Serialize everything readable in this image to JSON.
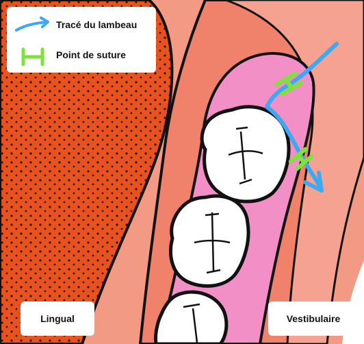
{
  "legend": {
    "flap_label": "Tracé du lambeau",
    "suture_label": "Point de suture"
  },
  "sides": {
    "lingual": "Lingual",
    "vestibular": "Vestibulaire"
  },
  "colors": {
    "flap_arrow": "#3ea8f2",
    "suture": "#7ee23a",
    "gingiva": "#f28fc6",
    "mucosa": "#f39a85",
    "palate": "#e8521e",
    "tooth": "#ffffff",
    "outline": "#111111"
  }
}
